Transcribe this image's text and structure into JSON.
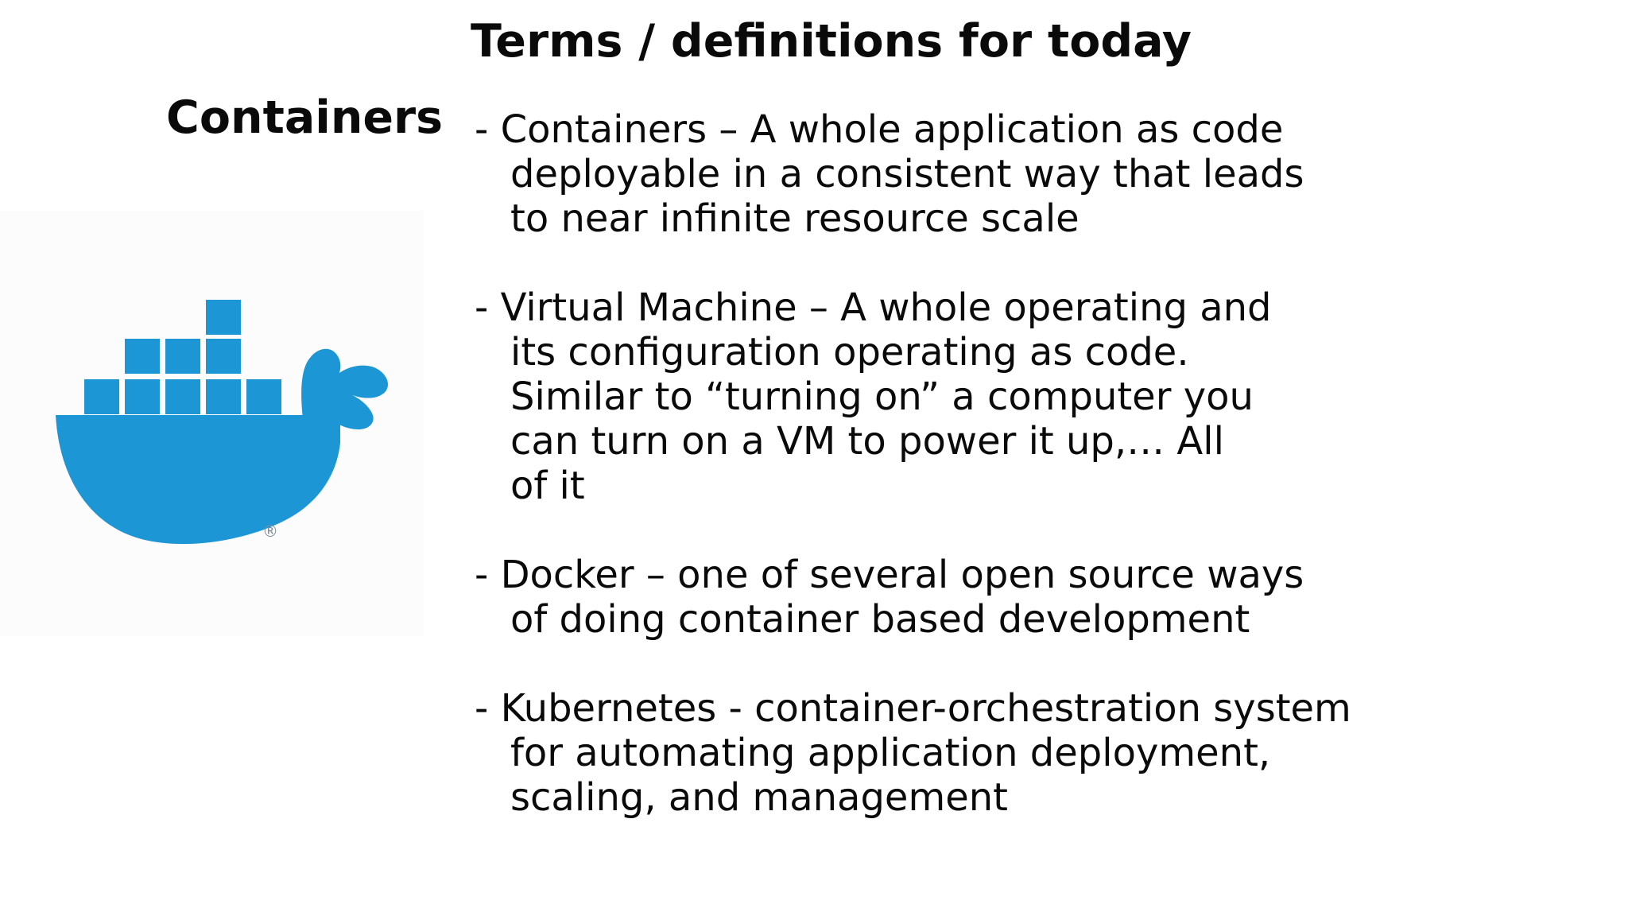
{
  "slide": {
    "title": "Terms / definitions for today",
    "section_heading": "Containers",
    "background_color": "#ffffff",
    "text_color": "#0a0a0a"
  },
  "logo": {
    "label": "Docker whale logo",
    "color": "#1c96d4",
    "registered_mark": "®"
  },
  "definitions": [
    {
      "term": "Containers",
      "lines": [
        "- Containers – A whole application as code",
        "deployable in a consistent way that leads",
        "to near infinite resource scale"
      ]
    },
    {
      "term": "Virtual Machine",
      "lines": [
        "- Virtual Machine – A whole operating and",
        "its configuration operating as code.",
        "Similar to “turning on” a computer you",
        "can turn on a VM to power it up,… All",
        "of it"
      ]
    },
    {
      "term": "Docker",
      "lines": [
        "- Docker – one of several open source ways",
        "of doing container based development"
      ]
    },
    {
      "term": "Kubernetes",
      "lines": [
        "- Kubernetes - container-orchestration system",
        "for automating application deployment,",
        "scaling, and management"
      ]
    }
  ]
}
